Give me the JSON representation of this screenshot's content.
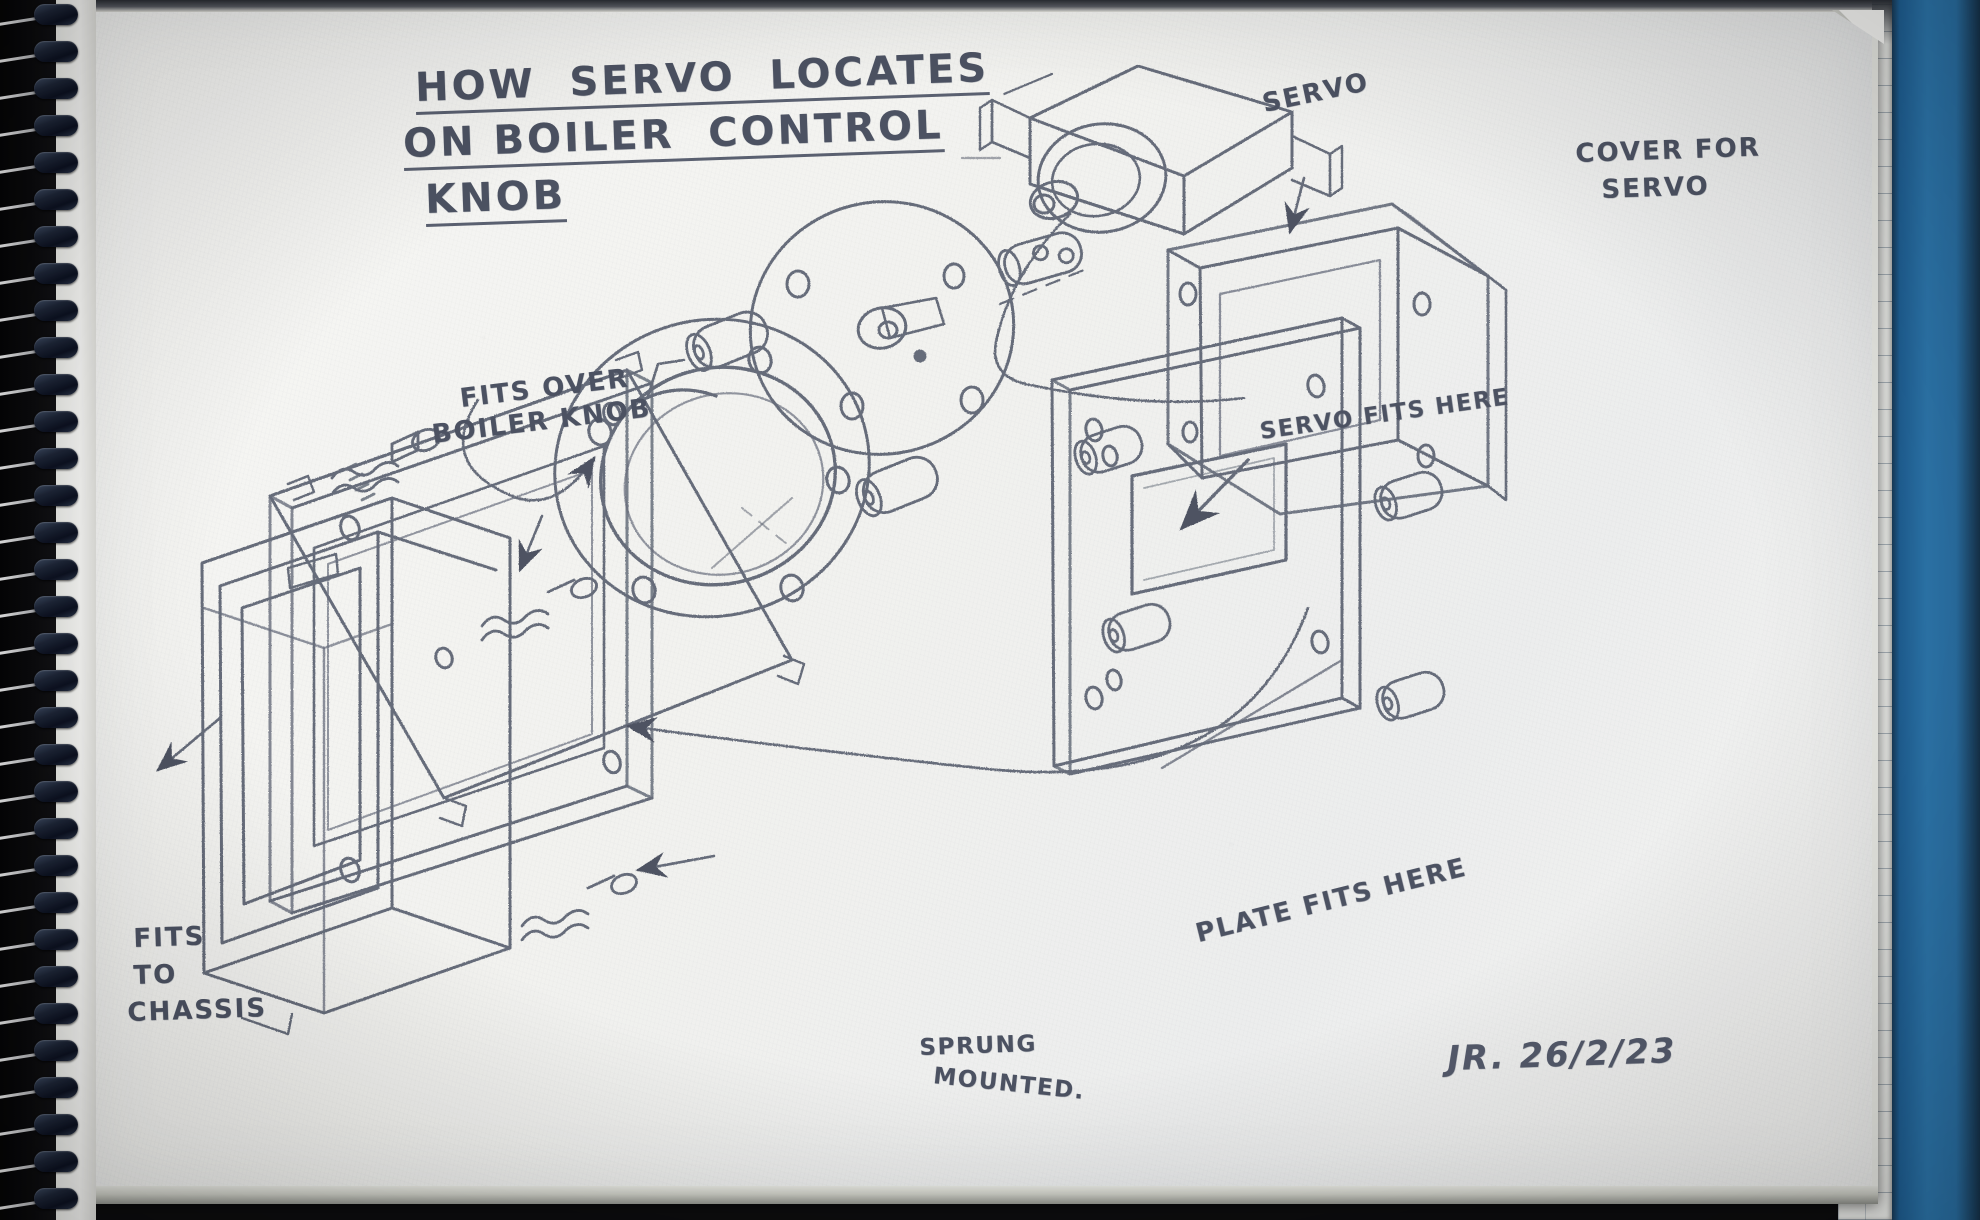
{
  "document": {
    "medium": "pencil sketch on spiral notebook paper",
    "paper_color": "#f4f4f1",
    "ink_color": "#4c5262",
    "binding_color": "#1d2536",
    "desk_color": "#2d77ad"
  },
  "title": {
    "line1": "HOW  SERVO  LOCATES",
    "line2": "ON BOILER  CONTROL",
    "line3": "KNOB"
  },
  "annotations": {
    "fits_over_knob_line1": "FITS OVER",
    "fits_over_knob_line2": "BOILER KNOB",
    "fits_to_chassis_line1": "FITS",
    "fits_to_chassis_line2": "TO",
    "fits_to_chassis_line3": "CHASSIS",
    "sprung_mounted_line1": "SPRUNG",
    "sprung_mounted_line2": "MOUNTED.",
    "plate_fits_here": "PLATE FITS HERE",
    "servo_fits_here": "SERVO FITS HERE",
    "cover_for_servo_line1": "COVER FOR",
    "cover_for_servo_line2": "SERVO",
    "servo_label": "SERVO"
  },
  "signature": {
    "initials_and_date": "JR. 26/2/23"
  },
  "parts": [
    {
      "name": "servo",
      "label": "SERVO"
    },
    {
      "name": "servo-cover",
      "label": "COVER FOR SERVO"
    },
    {
      "name": "mounting-disc-rear",
      "label": ""
    },
    {
      "name": "knob-collar-disc",
      "label": "FITS OVER BOILER KNOB"
    },
    {
      "name": "chassis-frame",
      "label": "FITS TO CHASSIS"
    },
    {
      "name": "sprung-mount-plate",
      "label": "SPRUNG MOUNTED."
    },
    {
      "name": "servo-mount-plate",
      "label": "PLATE FITS HERE"
    },
    {
      "name": "spring-loaded-bolt",
      "label": ""
    },
    {
      "name": "standoff-spacer",
      "label": ""
    }
  ]
}
